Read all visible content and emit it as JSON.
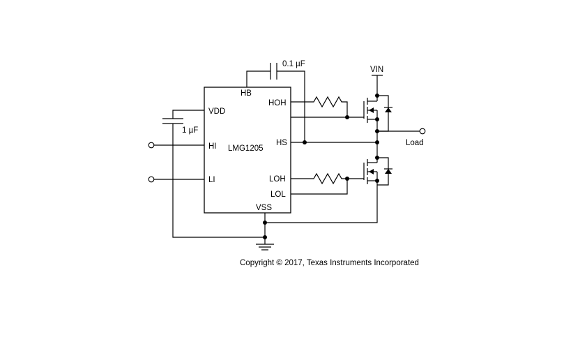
{
  "ic": {
    "name": "LMG1205",
    "pins": {
      "hb": "HB",
      "vdd": "VDD",
      "hi": "HI",
      "li": "LI",
      "hoh": "HOH",
      "hs": "HS",
      "loh": "LOH",
      "lol": "LOL",
      "vss": "VSS"
    }
  },
  "components": {
    "bootstrap_cap": "0.1 µF",
    "vdd_cap": "1 µF"
  },
  "nets": {
    "vin": "VIN",
    "load": "Load"
  },
  "footer": {
    "copyright": "Copyright © 2017, Texas Instruments Incorporated"
  },
  "colors": {
    "line": "#000000",
    "background": "#ffffff"
  }
}
